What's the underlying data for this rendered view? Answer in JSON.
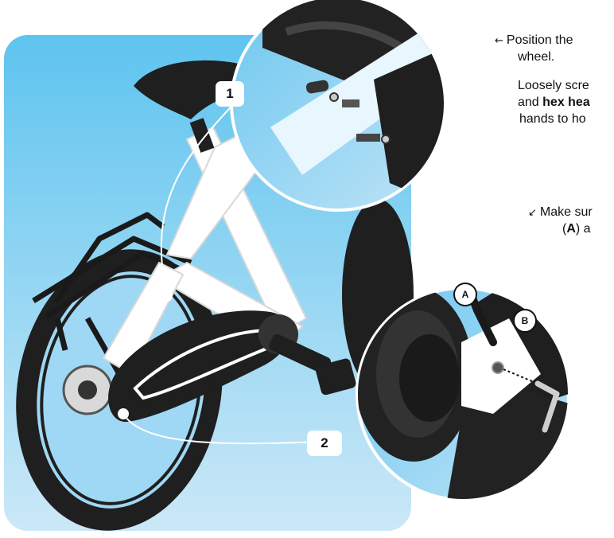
{
  "steps": {
    "step1": {
      "arrow": "←",
      "line1": "Position the",
      "line2": "wheel.",
      "p2_line1": "Loosely scre",
      "p2_line2_pre": "and ",
      "p2_line2_bold": "hex hea",
      "p2_line3": "hands to ho"
    },
    "step2": {
      "arrow": "↙",
      "line1": "Make sur",
      "line2_open": "(",
      "line2_bold": "A",
      "line2_rest": ") a"
    }
  },
  "callouts": {
    "badge_1": "1",
    "badge_2": "2",
    "label_a": "A",
    "label_b": "B"
  },
  "colors": {
    "panel_top": "#5ec4ef",
    "panel_bottom": "#cbe8f7",
    "frame": "#ffffff",
    "dark": "#222222",
    "accent": "#3f9edb"
  }
}
